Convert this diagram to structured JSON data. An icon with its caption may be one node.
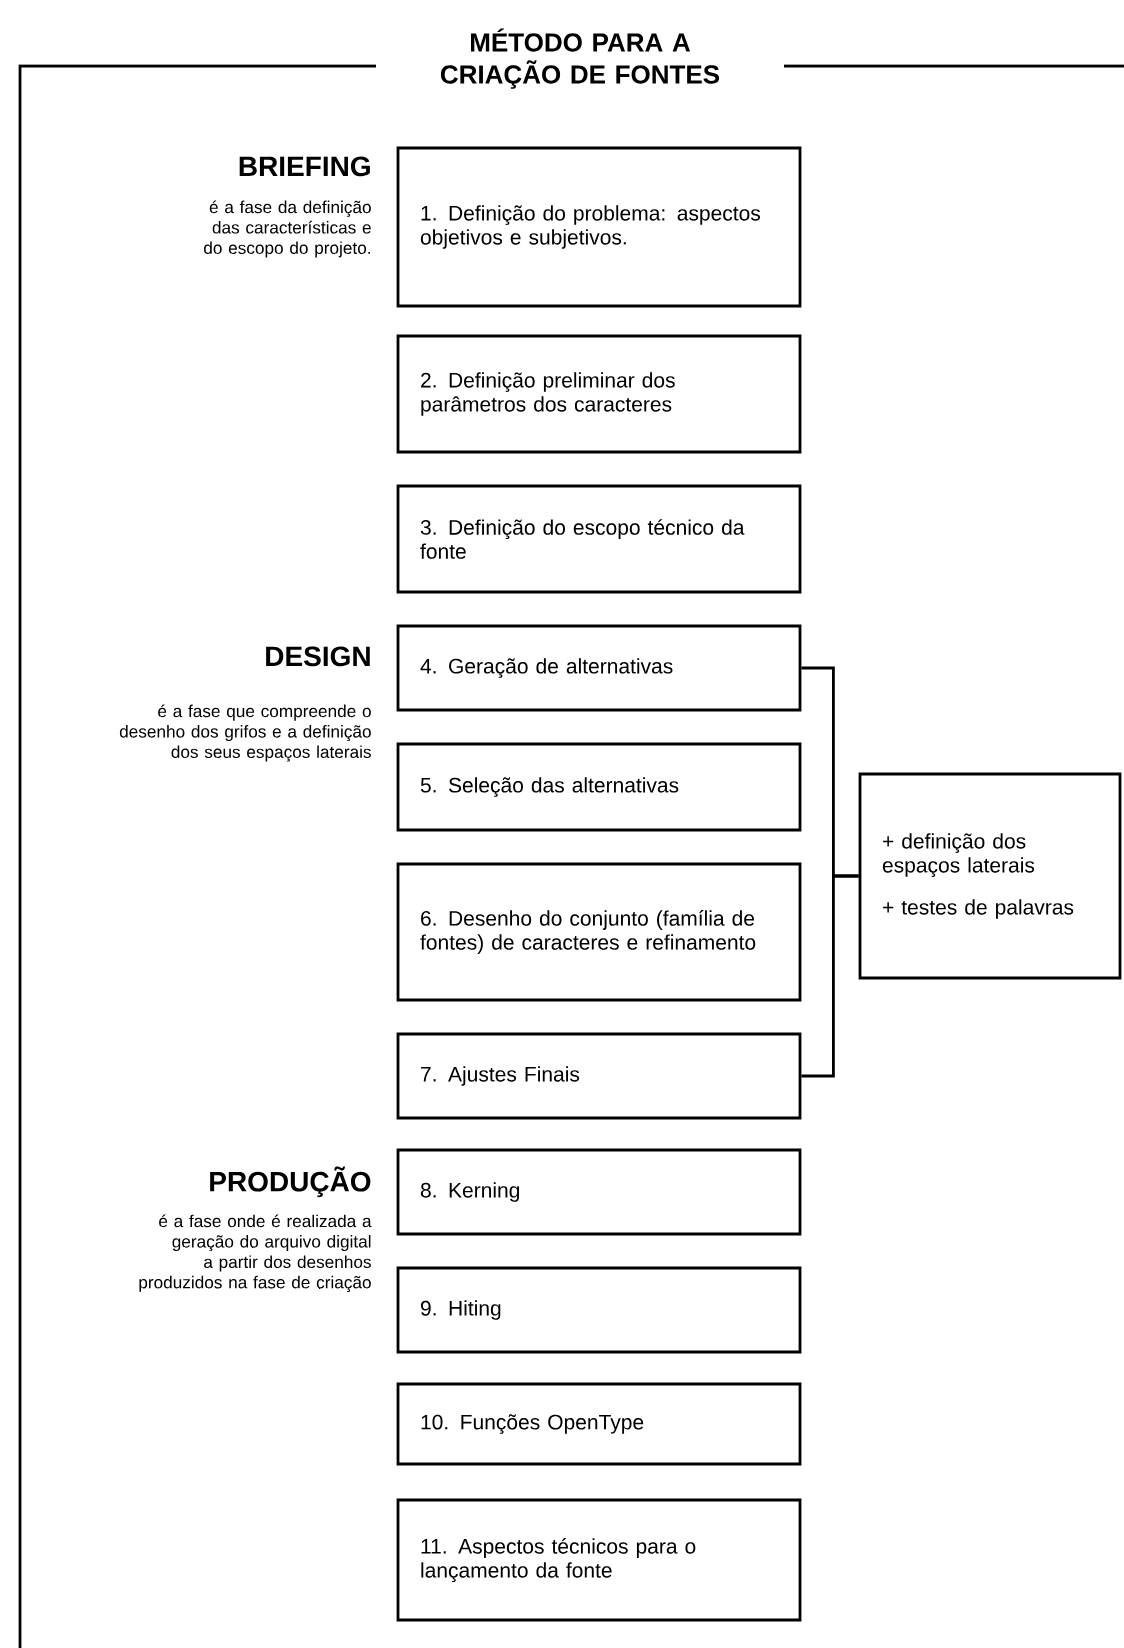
{
  "diagram": {
    "title": "MÉTODO PARA A CRIAÇÃO DE FONTES",
    "nodes": [
      {
        "text": [
          "1. Definição do problema: aspectos objetivos e subjetivos."
        ]
      },
      {
        "text": [
          "2. Definição preliminar dos parâmetros dos caracteres"
        ]
      },
      {
        "text": [
          "3. Definição do escopo técnico da fonte"
        ]
      },
      {
        "text": [
          "4. Geração de alternativas"
        ]
      },
      {
        "text": [
          "5. Seleção das alternativas"
        ]
      },
      {
        "text": [
          "6. Desenho do conjunto (família de fontes) de caracteres e refinamento"
        ]
      },
      {
        "text": [
          "7. Ajustes Finais"
        ]
      },
      {
        "text": [
          "8. Kerning"
        ]
      },
      {
        "text": [
          "9. Hiting"
        ]
      },
      {
        "text": [
          "10. Funções OpenType"
        ]
      },
      {
        "text": [
          "11. Aspectos técnicos para o lançamento da fonte"
        ]
      },
      {
        "text": [
          "+ definição dos espaços laterais",
          "+ testes de palavras"
        ]
      }
    ],
    "edges": [
      {
        "from": 3,
        "to": 11,
        "arrow": "none"
      },
      {
        "from": 6,
        "to": 11,
        "arrow": "none"
      }
    ],
    "labels": [
      "BRIEFING",
      "é a fase da definição das características e do escopo do projeto.",
      "DESIGN",
      "é a fase que compreende o desenho dos grifos e a definição dos seus espaços laterais",
      "PRODUÇÃO",
      "é a fase onde é realizada a geração do arquivo digital a partir dos desenhos produzidos na fase de criação"
    ]
  }
}
